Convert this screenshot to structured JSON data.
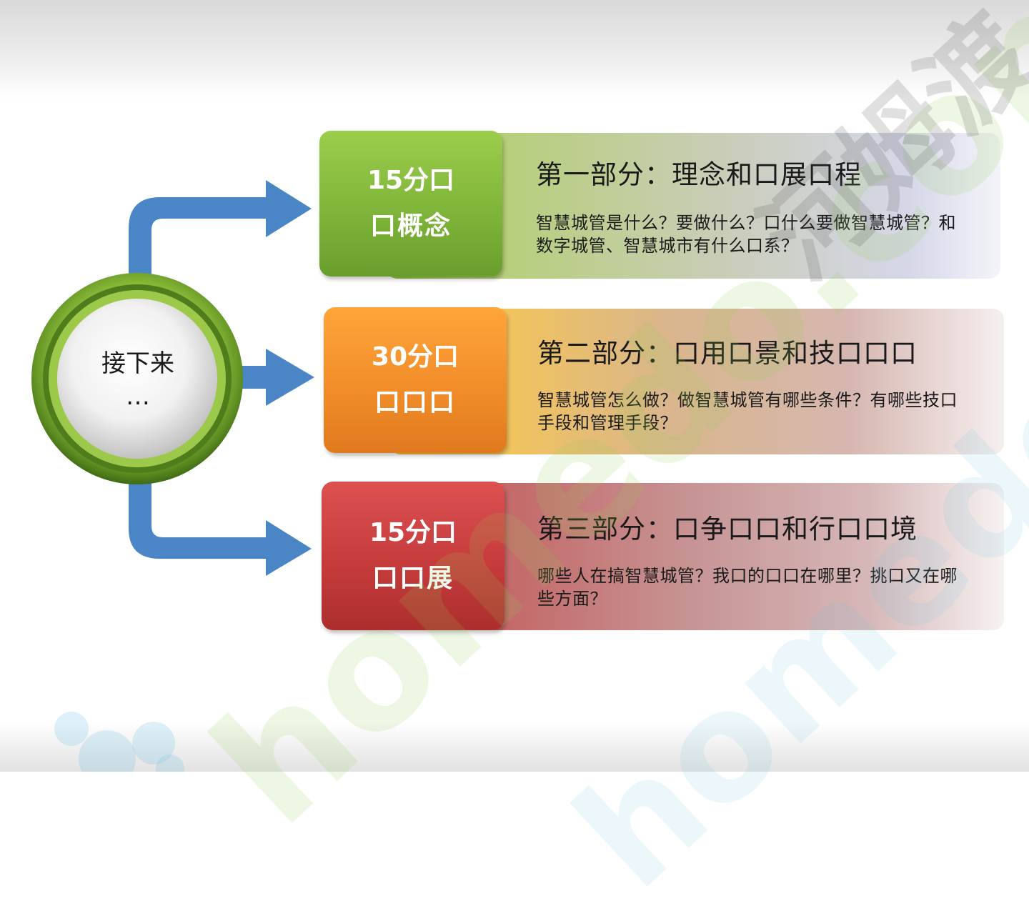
{
  "hub": {
    "line1": "接下来",
    "line2": "…"
  },
  "sections": [
    {
      "time": "15分口",
      "topic": "口概念",
      "heading": "第一部分：理念和口展口程",
      "description": "智慧城管是什么？要做什么？口什么要做智慧城管？和数字城管、智慧城市有什么口系？",
      "tag_color": "#7ab53a",
      "band_color": "#8cc63f"
    },
    {
      "time": "30分口",
      "topic": "口口口",
      "heading": "第二部分：口用口景和技口口口",
      "description": "智慧城管怎么做？做智慧城管有哪些条件？有哪些技口手段和管理手段？",
      "tag_color": "#f08a25",
      "band_color": "#f5b63a"
    },
    {
      "time": "15分口",
      "topic": "口口展",
      "heading": "第三部分：口争口口和行口口境",
      "description": "哪些人在搞智慧城管？我口的口口在哪里？挑口又在哪些方面？",
      "tag_color": "#c53a3a",
      "band_color": "#c55555"
    }
  ],
  "colors": {
    "arrow": "#4a86c5",
    "ring": "#6f9f2a"
  },
  "watermark": {
    "brand_latin": "homedo.com",
    "brand_cn": "河姆渡"
  }
}
